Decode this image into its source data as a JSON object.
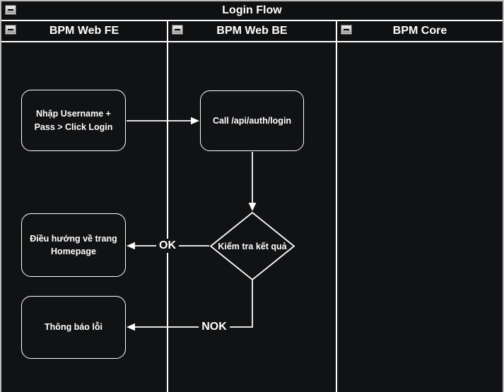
{
  "colors": {
    "canvas": "#111214",
    "line": "#ffffff",
    "text": "#ffffff",
    "outer_border": "#bdbdbd",
    "collapse_button": "#c9c9c9"
  },
  "pool": {
    "title": "Login Flow"
  },
  "lanes": [
    {
      "label": "BPM Web FE"
    },
    {
      "label": "BPM Web BE"
    },
    {
      "label": "BPM Core"
    }
  ],
  "nodes": {
    "input_credentials": {
      "label": "Nhập Username +\nPass > Click Login"
    },
    "call_api": {
      "label": "Call /api/auth/login"
    },
    "check_result": {
      "label": "Kiểm tra kết quả"
    },
    "redirect_homepage": {
      "label": "Điều hướng về trang\nHomepage"
    },
    "show_error": {
      "label": "Thông báo lỗi"
    }
  },
  "edge_labels": {
    "ok": "OK",
    "nok": "NOK"
  }
}
